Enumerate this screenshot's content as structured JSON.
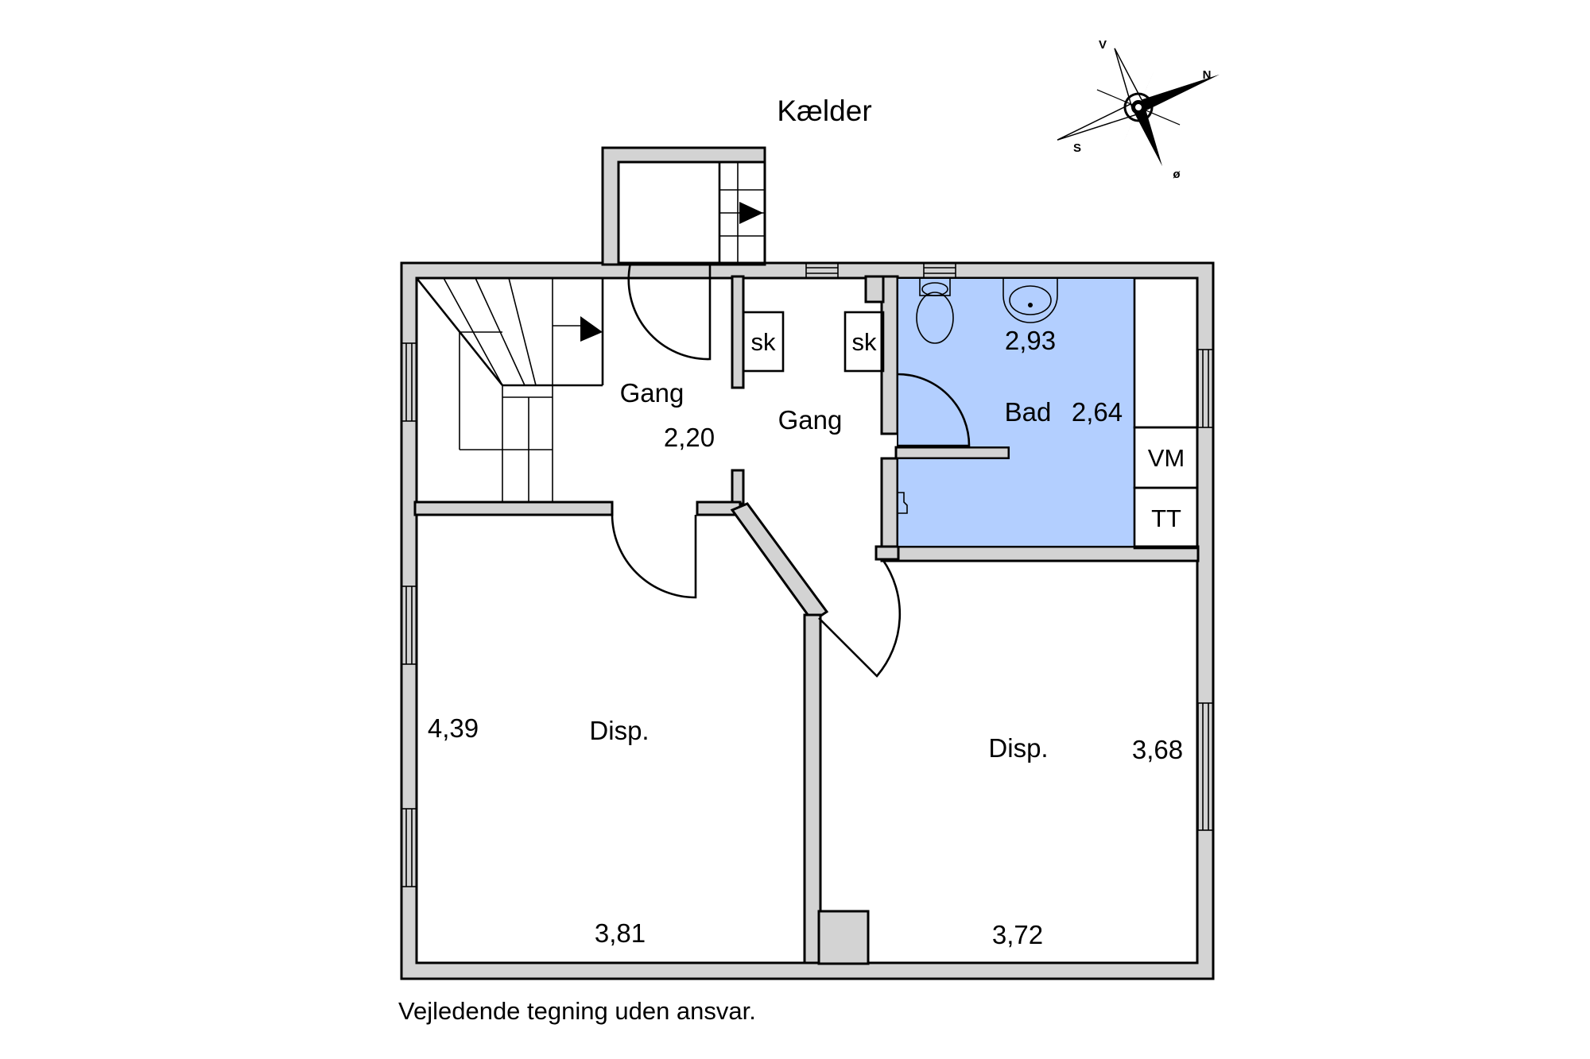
{
  "title": "Kælder",
  "footer_note": "Vejledende tegning uden ansvar.",
  "compass": {
    "north": "N",
    "south": "S",
    "east": "ø",
    "west": "V"
  },
  "colors": {
    "bathroom_fill": "#b3cfff",
    "wall_fill": "#d3d3d3",
    "line": "#000000"
  },
  "rooms": {
    "gang_left": {
      "name": "Gang",
      "dimension": "2,20"
    },
    "gang_right": {
      "name": "Gang"
    },
    "bad": {
      "name": "Bad",
      "dimension_width": "2,93",
      "dimension_depth": "2,64"
    },
    "disp_left": {
      "name": "Disp.",
      "dimension_depth": "4,39",
      "dimension_width": "3,81"
    },
    "disp_right": {
      "name": "Disp.",
      "dimension_depth": "3,68",
      "dimension_width": "3,72"
    }
  },
  "fixtures": {
    "closet_left": "sk",
    "closet_right": "sk",
    "washing_machine": "VM",
    "tumble_dryer": "TT"
  }
}
